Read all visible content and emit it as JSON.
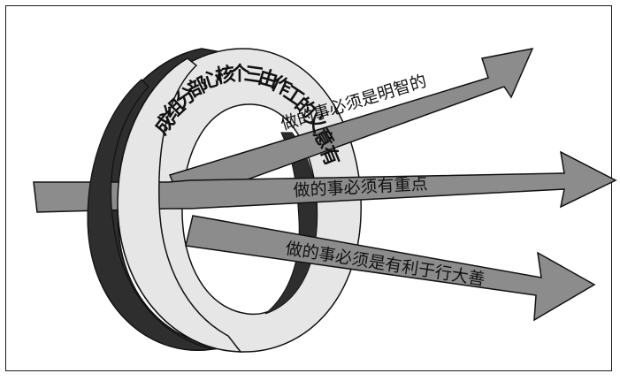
{
  "diagram": {
    "ring_text": "有意义的工作由三个核心部分组成",
    "arrows": [
      {
        "label": "做的事必须是明智的"
      },
      {
        "label": "做的事必须有重点"
      },
      {
        "label": "做的事必须是有利于行大善"
      }
    ]
  },
  "colors": {
    "arrow_fill": "#8c8c8c",
    "ring_face": "#e6e6e6",
    "ring_side": "#2e2e2e",
    "outline": "#111111"
  }
}
